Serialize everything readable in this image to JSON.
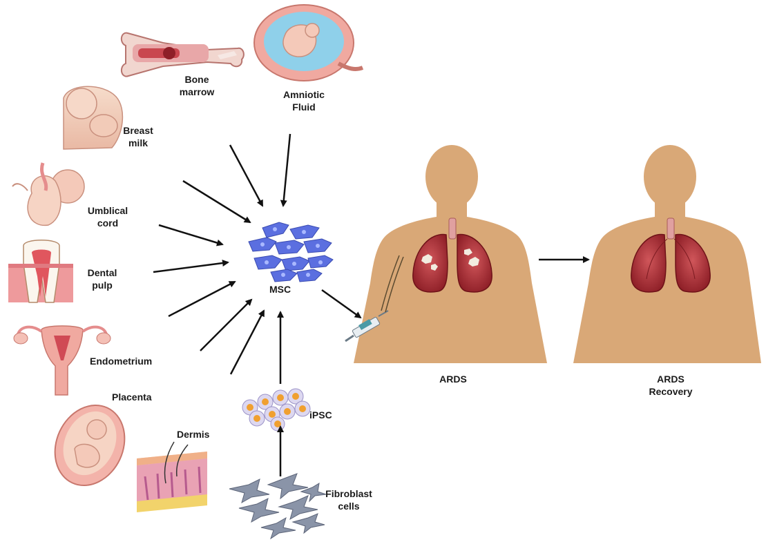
{
  "sources": {
    "bone_marrow": [
      "Bone",
      "marrow"
    ],
    "amniotic_fluid": [
      "Amniotic",
      "Fluid"
    ],
    "breast_milk": [
      "Breast",
      "milk"
    ],
    "umbilical_cord": [
      "Umblical",
      "cord"
    ],
    "dental_pulp": [
      "Dental",
      "pulp"
    ],
    "endometrium": [
      "Endometrium"
    ],
    "placenta": [
      "Placenta"
    ],
    "dermis": [
      "Dermis"
    ],
    "fibroblast": [
      "Fibroblast",
      "cells"
    ]
  },
  "center": {
    "msc": "MSC",
    "ipsc": "iPSC"
  },
  "patients": {
    "ards": [
      "ARDS"
    ],
    "recovery": [
      "ARDS",
      "Recovery"
    ]
  },
  "colors": {
    "skin": "#d9a877",
    "lung": "#b8323a",
    "msc_cell": "#5b6fe0",
    "ipsc_nucleus": "#f0a030",
    "fibroblast": "#8a94a8",
    "arrow": "#111111"
  }
}
